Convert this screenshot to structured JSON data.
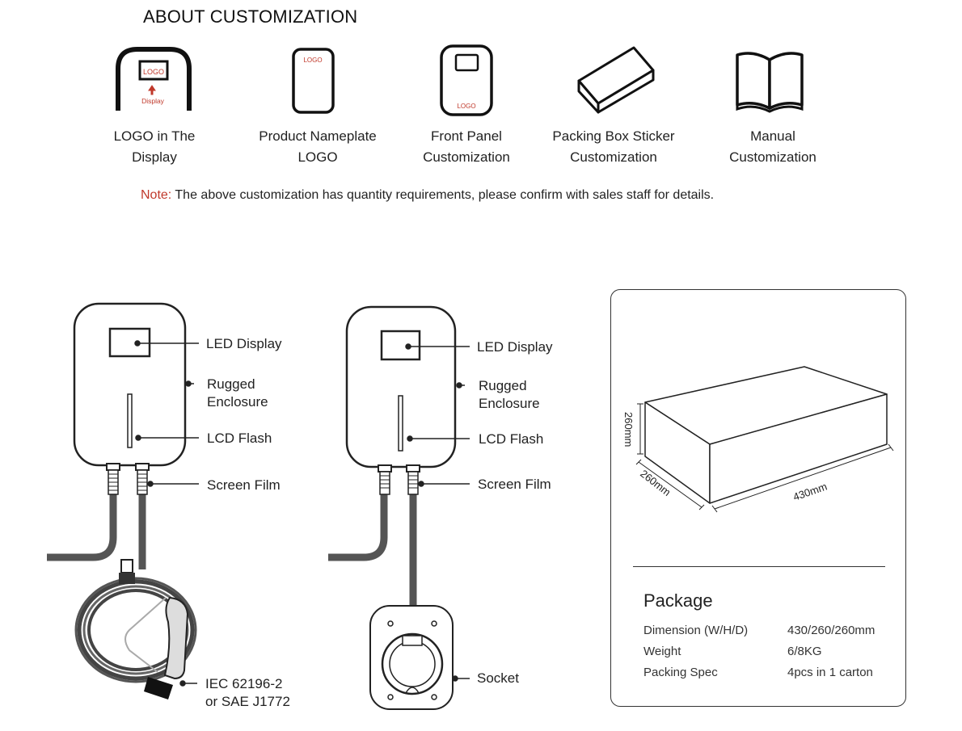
{
  "section_title": "ABOUT CUSTOMIZATION",
  "customization": [
    {
      "icon": "display-logo-icon",
      "line1": "LOGO in The",
      "line2": "Display",
      "icon_text": "LOGO",
      "icon_subtext": "Display"
    },
    {
      "icon": "nameplate-icon",
      "line1": "Product Nameplate",
      "line2": "LOGO",
      "icon_text": "LOGO"
    },
    {
      "icon": "front-panel-icon",
      "line1": "Front Panel",
      "line2": "Customization",
      "icon_text": "LOGO"
    },
    {
      "icon": "packing-box-icon",
      "line1": "Packing Box Sticker",
      "line2": "Customization"
    },
    {
      "icon": "manual-book-icon",
      "line1": "Manual",
      "line2": "Customization"
    }
  ],
  "note": {
    "label": "Note:",
    "text": " The above customization has quantity requirements, please confirm with sales staff for details."
  },
  "charger_cable": {
    "labels": {
      "led_display": "LED Display",
      "rugged_1": "Rugged",
      "rugged_2": "Enclosure",
      "lcd_flash": "LCD Flash",
      "screen_film": "Screen Film",
      "connector_1": "IEC 62196-2",
      "connector_2": "or SAE J1772"
    }
  },
  "charger_socket": {
    "labels": {
      "led_display": "LED Display",
      "rugged_1": "Rugged",
      "rugged_2": "Enclosure",
      "lcd_flash": "LCD Flash",
      "screen_film": "Screen Film",
      "socket": "Socket"
    }
  },
  "package": {
    "dim_height": "260mm",
    "dim_depth": "260mm",
    "dim_width": "430mm",
    "title": "Package",
    "specs": [
      {
        "label": "Dimension (W/H/D)",
        "value": "430/260/260mm"
      },
      {
        "label": "Weight",
        "value": "6/8KG"
      },
      {
        "label": "Packing Spec",
        "value": "4pcs in 1 carton"
      }
    ]
  },
  "colors": {
    "accent_red": "#c0392b",
    "line": "#222222",
    "cable": "#555555"
  }
}
